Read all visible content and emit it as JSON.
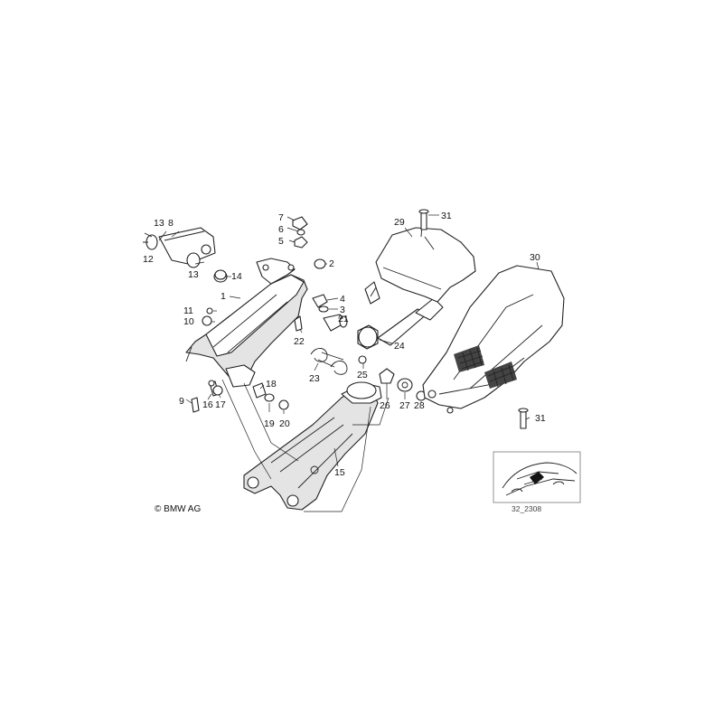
{
  "diagram": {
    "callouts": [
      "1",
      "2",
      "3",
      "4",
      "5",
      "6",
      "7",
      "8",
      "9",
      "10",
      "11",
      "12",
      "13",
      "14",
      "15",
      "16",
      "17",
      "18",
      "19",
      "20",
      "21",
      "22",
      "23",
      "24",
      "25",
      "26",
      "27",
      "28",
      "29",
      "30",
      "31"
    ],
    "copyright": "© BMW AG",
    "drawing_code": "32_2308"
  }
}
